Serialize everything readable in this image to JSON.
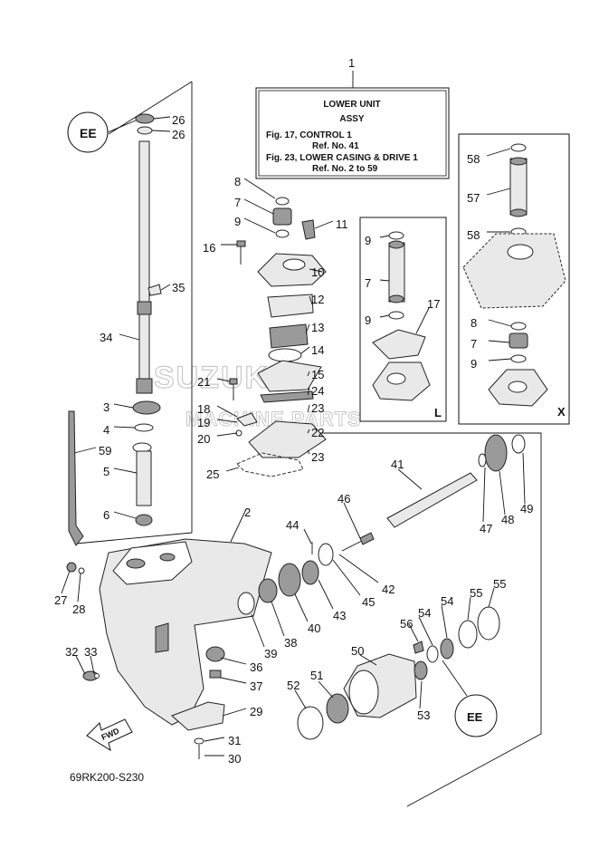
{
  "info_box": {
    "ref_number": "1",
    "title": "LOWER UNIT",
    "subtitle": "ASSY",
    "line1": "Fig. 17, CONTROL 1",
    "line2": "Ref. No. 41",
    "line3": "Fig. 23, LOWER CASING & DRIVE 1",
    "line4": "Ref. No. 2 to 59"
  },
  "variant_labels": {
    "l": "L",
    "x": "X"
  },
  "watermark": {
    "line1": "SUZUKI",
    "line2": "MACHINE PARTS"
  },
  "fwd_label": "FWD",
  "figure_code": "69RK200-S230",
  "callouts": [
    "26",
    "26",
    "35",
    "34",
    "3",
    "4",
    "59",
    "5",
    "6",
    "27",
    "28",
    "32",
    "33",
    "8",
    "7",
    "9",
    "11",
    "16",
    "10",
    "12",
    "13",
    "14",
    "21",
    "15",
    "24",
    "18",
    "23",
    "19",
    "20",
    "22",
    "23",
    "25",
    "2",
    "41",
    "46",
    "44",
    "42",
    "45",
    "43",
    "40",
    "38",
    "39",
    "36",
    "37",
    "29",
    "31",
    "30",
    "49",
    "48",
    "47",
    "55",
    "55",
    "54",
    "54",
    "56",
    "50",
    "51",
    "52",
    "53",
    "17",
    "9",
    "7",
    "9",
    "58",
    "57",
    "58",
    "8",
    "7",
    "9"
  ]
}
